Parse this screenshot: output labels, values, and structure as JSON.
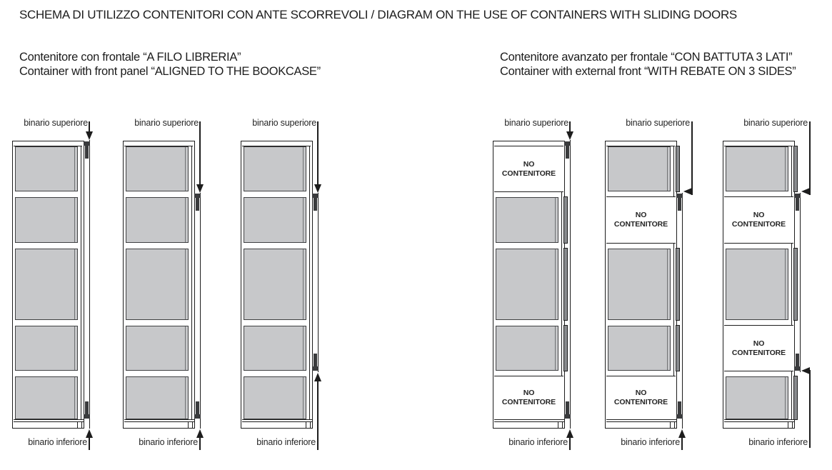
{
  "page": {
    "title": "SCHEMA DI UTILIZZO CONTENITORI CON ANTE SCORREVOLI / DIAGRAM ON THE USE OF CONTAINERS WITH SLIDING DOORS"
  },
  "sections": [
    {
      "id": "flush-front",
      "line1": "Contenitore con frontale “A FILO LIBRERIA”",
      "line2": "Container with front panel “ALIGNED TO THE BOOKCASE”"
    },
    {
      "id": "rebate-front",
      "line1": "Contenitore avanzato per frontale “CON BATTUTA 3 LATI”",
      "line2": "Container with external front “WITH REBATE ON 3 SIDES”"
    }
  ],
  "labels": {
    "top_rail": "binario superiore",
    "bottom_rail": "binario inferiore",
    "no_container_line1": "NO",
    "no_container_line2": "CONTENITORE"
  },
  "colors": {
    "line": "#1d1d1d",
    "panel_gray": "#c7c8ca",
    "panel_edge": "#3f4042",
    "door_strip": "#898b8e",
    "slider": "#3a3b3d",
    "text": "#262626"
  },
  "diagram": {
    "columns": [
      {
        "name": "flush-rail-full-height",
        "group": "left",
        "cells": [
          "container",
          "container",
          "container",
          "container",
          "container"
        ],
        "rail": {
          "from": "top",
          "to": "base"
        },
        "hooks": [
          "top",
          "base"
        ],
        "top_arrow": {
          "dir": "down",
          "at": "top"
        },
        "bottom_arrow": {
          "dir": "up",
          "at": "base"
        },
        "top_label": "binario superiore",
        "bottom_label": "binario inferiore"
      },
      {
        "name": "flush-rail-lowered-top",
        "group": "left",
        "cells": [
          "container",
          "container",
          "container",
          "container",
          "container"
        ],
        "rail": {
          "from": "shelf1",
          "to": "base"
        },
        "hooks": [
          "shelf1",
          "base"
        ],
        "top_arrow": {
          "dir": "down",
          "at": "shelf1"
        },
        "bottom_arrow": {
          "dir": "up",
          "at": "base"
        },
        "top_label": "binario superiore",
        "bottom_label": "binario inferiore"
      },
      {
        "name": "flush-rail-lowered-both",
        "group": "left",
        "cells": [
          "container",
          "container",
          "container",
          "container",
          "container"
        ],
        "rail": {
          "from": "shelf1",
          "to": "shelf4"
        },
        "hooks": [
          "shelf1",
          "shelf4"
        ],
        "top_arrow": {
          "dir": "down",
          "at": "shelf1"
        },
        "bottom_arrow": {
          "dir": "up",
          "at": "shelf4"
        },
        "top_label": "binario superiore",
        "bottom_label": "binario inferiore"
      },
      {
        "name": "rebate-rail-full-height",
        "group": "right",
        "cells": [
          "empty",
          "container",
          "container",
          "container",
          "empty"
        ],
        "rail": {
          "from": "top",
          "to": "base"
        },
        "hooks": [
          "top",
          "base"
        ],
        "top_arrow": {
          "dir": "down",
          "at": "top"
        },
        "bottom_arrow": {
          "dir": "up",
          "at": "base"
        },
        "top_label": "binario superiore",
        "bottom_label": "binario inferiore"
      },
      {
        "name": "rebate-rail-lowered-top",
        "group": "right",
        "cells": [
          "container",
          "empty",
          "container",
          "container",
          "empty"
        ],
        "rail": {
          "from": "shelf1",
          "to": "base"
        },
        "hooks": [
          "shelf1",
          "base"
        ],
        "top_arrow": {
          "dir": "left",
          "at": "shelf1"
        },
        "bottom_arrow": {
          "dir": "up",
          "at": "base"
        },
        "top_label": "binario superiore",
        "bottom_label": "binario inferiore"
      },
      {
        "name": "rebate-rail-lowered-both",
        "group": "right",
        "cells": [
          "container",
          "empty",
          "container",
          "empty",
          "container"
        ],
        "rail": {
          "from": "shelf1",
          "to": "shelf4"
        },
        "hooks": [
          "shelf1",
          "shelf4"
        ],
        "top_arrow": {
          "dir": "left",
          "at": "shelf1"
        },
        "bottom_arrow": {
          "dir": "left",
          "at": "shelf4"
        },
        "top_label": "binario superiore",
        "bottom_label": "binario inferiore"
      }
    ]
  }
}
